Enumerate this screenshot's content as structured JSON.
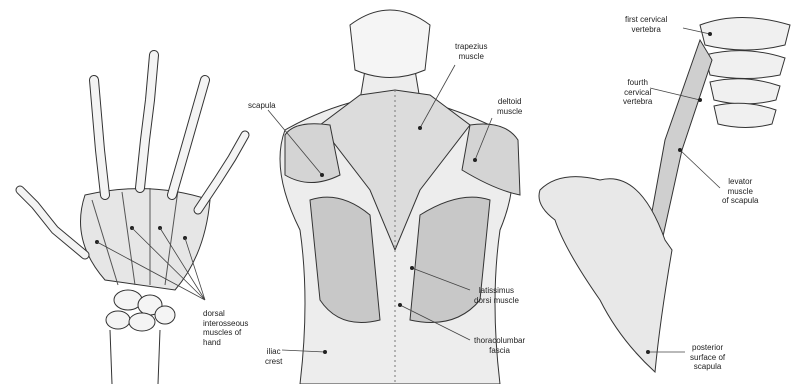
{
  "labels": {
    "dorsal_interosseous": "dorsal\ninterosseous\nmuscles of\nhand",
    "scapula": "scapula",
    "trapezius": "trapezius\nmuscle",
    "deltoid": "deltoid\nmuscle",
    "latissimus": "latissimus\ndorsi muscle",
    "thoracolumbar": "thoracolumbar\nfascia",
    "iliac_crest": "iliac\ncrest",
    "first_cervical": "first cervical\nvertebra",
    "fourth_cervical": "fourth\ncervical\nvertebra",
    "levator": "levator\nmuscle\nof scapula",
    "posterior_surface": "posterior\nsurface of\nscapula"
  }
}
